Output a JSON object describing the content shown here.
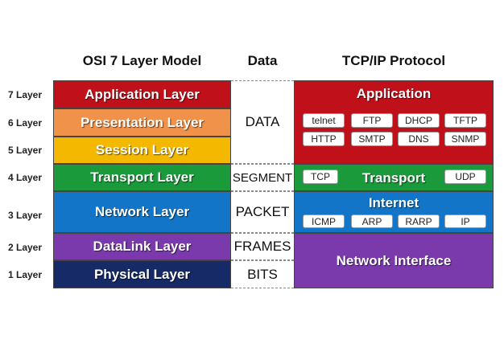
{
  "headers": {
    "osi": "OSI 7 Layer Model",
    "data": "Data",
    "tcpip": "TCP/IP Protocol"
  },
  "side_labels": [
    "7 Layer",
    "6 Layer",
    "5 Layer",
    "4 Layer",
    "3 Layer",
    "2 Layer",
    "1 Layer"
  ],
  "osi_layers": [
    {
      "label": "Application Layer",
      "color": "#c0101a"
    },
    {
      "label": "Presentation Layer",
      "color": "#f0924a"
    },
    {
      "label": "Session Layer",
      "color": "#f5b800"
    },
    {
      "label": "Transport Layer",
      "color": "#1a9a3a"
    },
    {
      "label": "Network Layer",
      "color": "#1275c8"
    },
    {
      "label": "DataLink Layer",
      "color": "#7a3aac"
    },
    {
      "label": "Physical Layer",
      "color": "#152a66"
    }
  ],
  "data_units": [
    "DATA",
    "SEGMENT",
    "PACKET",
    "FRAMES",
    "BITS"
  ],
  "tcpip": {
    "application": {
      "label": "Application",
      "color": "#c0101a",
      "protocols": [
        "telnet",
        "FTP",
        "DHCP",
        "TFTP",
        "HTTP",
        "SMTP",
        "DNS",
        "SNMP"
      ]
    },
    "transport": {
      "label": "Transport",
      "color": "#1a9a3a",
      "protocols": [
        "TCP",
        "UDP"
      ]
    },
    "internet": {
      "label": "Internet",
      "color": "#1275c8",
      "protocols": [
        "ICMP",
        "ARP",
        "RARP",
        "IP"
      ]
    },
    "network_interface": {
      "label": "Network Interface",
      "color": "#7a3aac"
    }
  }
}
